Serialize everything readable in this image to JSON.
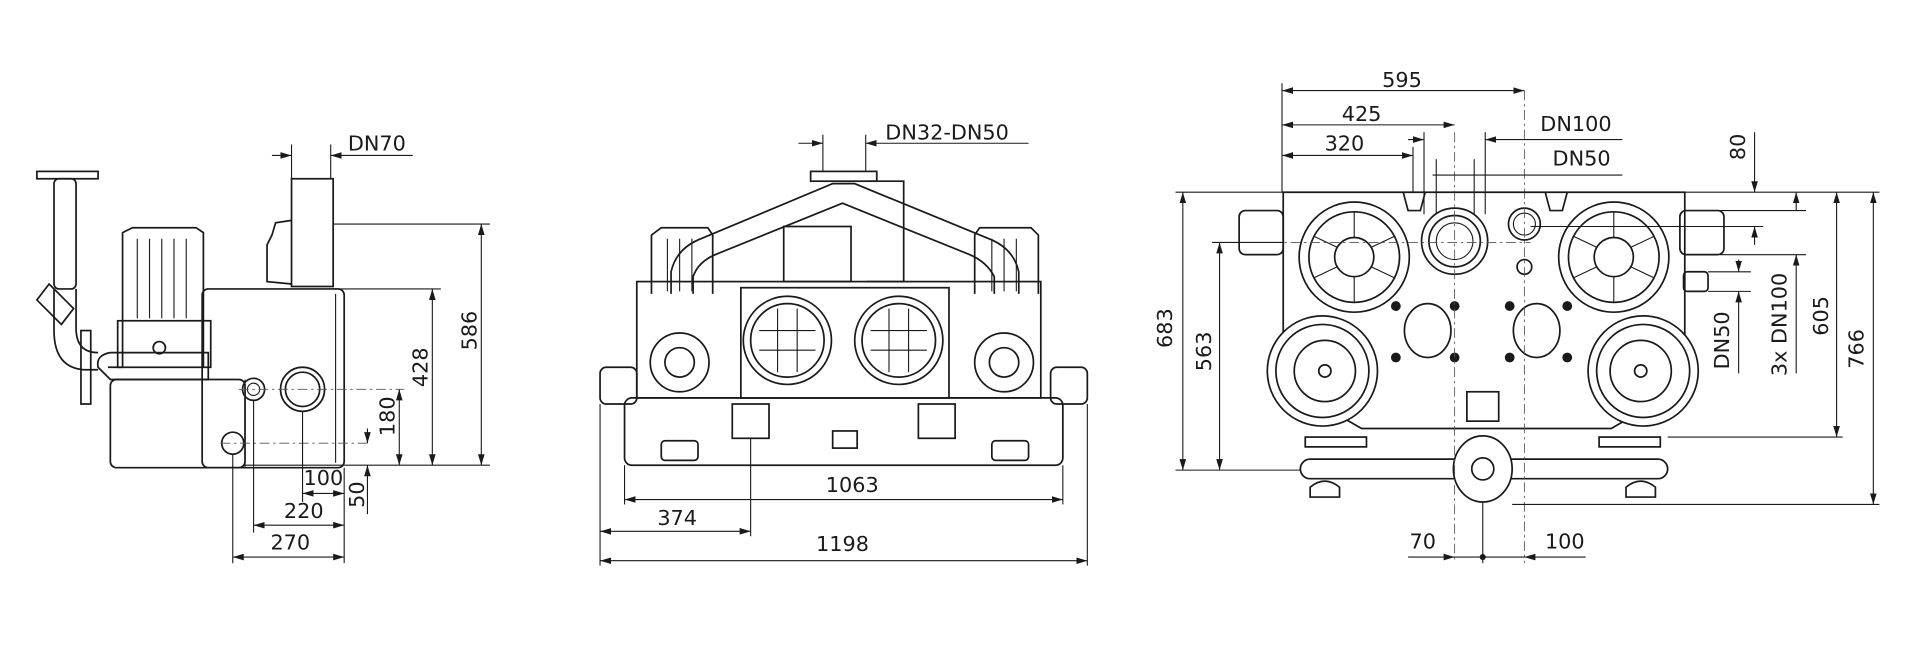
{
  "drawing": {
    "side_view": {
      "labels": {
        "dn": "DN70",
        "h586": "586",
        "h428": "428",
        "h180": "180",
        "h50": "50",
        "w100": "100",
        "w220": "220",
        "w270": "270"
      }
    },
    "front_view": {
      "labels": {
        "dn": "DN32-DN50",
        "w1063": "1063",
        "w374": "374",
        "w1198": "1198"
      }
    },
    "top_view": {
      "labels": {
        "w595": "595",
        "w425": "425",
        "w320": "320",
        "dn100": "DN100",
        "dn50": "DN50",
        "d80": "80",
        "h683": "683",
        "h563": "563",
        "dn50_side": "DN50",
        "dn100_side": "3x DN100",
        "h605": "605",
        "h766": "766",
        "w70": "70",
        "w100": "100"
      }
    }
  }
}
